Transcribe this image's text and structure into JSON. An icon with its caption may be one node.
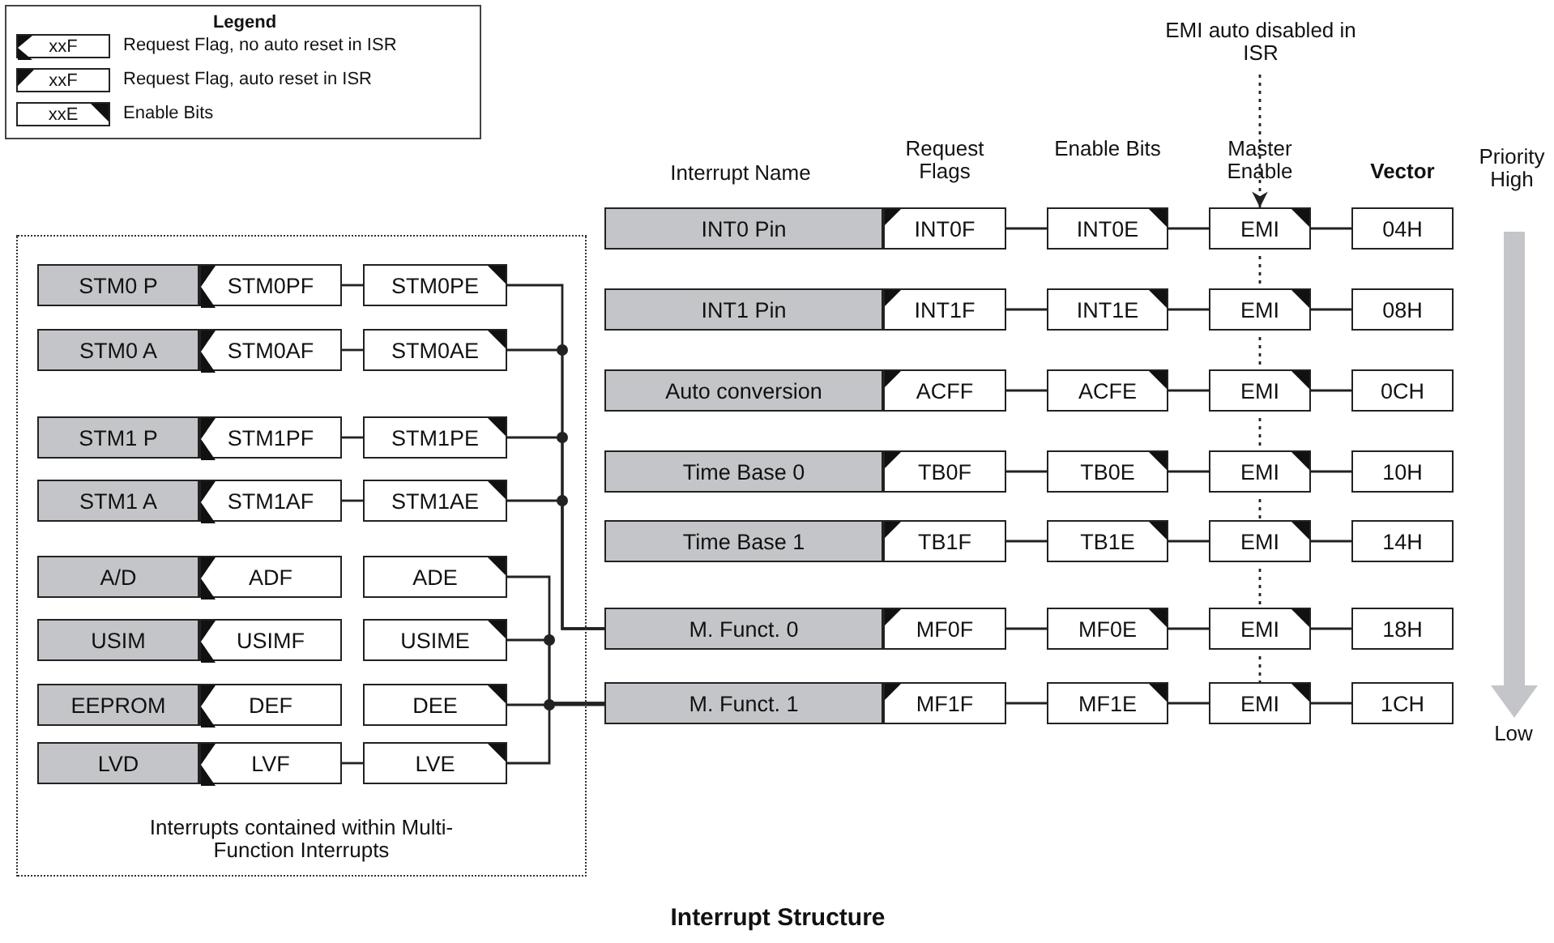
{
  "diagram": {
    "caption": "Interrupt Structure",
    "nodes": [
      {
        "text": [
          "EMI auto disabled in ISR"
        ]
      },
      {
        "text": [
          "INT0 Pin"
        ]
      },
      {
        "text": [
          "INT0F"
        ]
      },
      {
        "text": [
          "INT0E"
        ]
      },
      {
        "text": [
          "EMI"
        ]
      },
      {
        "text": [
          "04H"
        ]
      },
      {
        "text": [
          "INT1 Pin"
        ]
      },
      {
        "text": [
          "INT1F"
        ]
      },
      {
        "text": [
          "INT1E"
        ]
      },
      {
        "text": [
          "EMI"
        ]
      },
      {
        "text": [
          "08H"
        ]
      },
      {
        "text": [
          "Auto conversion"
        ]
      },
      {
        "text": [
          "ACFF"
        ]
      },
      {
        "text": [
          "ACFE"
        ]
      },
      {
        "text": [
          "EMI"
        ]
      },
      {
        "text": [
          "0CH"
        ]
      },
      {
        "text": [
          "Time Base 0"
        ]
      },
      {
        "text": [
          "TB0F"
        ]
      },
      {
        "text": [
          "TB0E"
        ]
      },
      {
        "text": [
          "EMI"
        ]
      },
      {
        "text": [
          "10H"
        ]
      },
      {
        "text": [
          "Time Base 1"
        ]
      },
      {
        "text": [
          "TB1F"
        ]
      },
      {
        "text": [
          "TB1E"
        ]
      },
      {
        "text": [
          "EMI"
        ]
      },
      {
        "text": [
          "14H"
        ]
      },
      {
        "text": [
          "M. Funct. 0"
        ]
      },
      {
        "text": [
          "MF0F"
        ]
      },
      {
        "text": [
          "MF0E"
        ]
      },
      {
        "text": [
          "EMI"
        ]
      },
      {
        "text": [
          "18H"
        ]
      },
      {
        "text": [
          "M. Funct. 1"
        ]
      },
      {
        "text": [
          "MF1F"
        ]
      },
      {
        "text": [
          "MF1E"
        ]
      },
      {
        "text": [
          "EMI"
        ]
      },
      {
        "text": [
          "1CH"
        ]
      },
      {
        "text": [
          "Interrupts contained within Multi-Function Interrupts"
        ]
      },
      {
        "text": [
          "STM0 P"
        ],
        "in": 36
      },
      {
        "text": [
          "STM0PF"
        ],
        "in": 36
      },
      {
        "text": [
          "STM0PE"
        ],
        "in": 36
      },
      {
        "text": [
          "STM0 A"
        ],
        "in": 36
      },
      {
        "text": [
          "STM0AF"
        ],
        "in": 36
      },
      {
        "text": [
          "STM0AE"
        ],
        "in": 36
      },
      {
        "text": [
          "STM1 P"
        ],
        "in": 36
      },
      {
        "text": [
          "STM1PF"
        ],
        "in": 36
      },
      {
        "text": [
          "STM1PE"
        ],
        "in": 36
      },
      {
        "text": [
          "STM1 A"
        ],
        "in": 36
      },
      {
        "text": [
          "STM1AF"
        ],
        "in": 36
      },
      {
        "text": [
          "STM1AE"
        ],
        "in": 36
      },
      {
        "text": [
          "A/D"
        ],
        "in": 36
      },
      {
        "text": [
          "ADF"
        ],
        "in": 36
      },
      {
        "text": [
          "ADE"
        ],
        "in": 36
      },
      {
        "text": [
          "USIM"
        ],
        "in": 36
      },
      {
        "text": [
          "USIMF"
        ],
        "in": 36
      },
      {
        "text": [
          "USIME"
        ],
        "in": 36
      },
      {
        "text": [
          "EEPROM"
        ],
        "in": 36
      },
      {
        "text": [
          "DEF"
        ],
        "in": 36
      },
      {
        "text": [
          "DEE"
        ],
        "in": 36
      },
      {
        "text": [
          "LVD"
        ],
        "in": 36
      },
      {
        "text": [
          "LVF"
        ],
        "in": 36
      },
      {
        "text": [
          "LVE"
        ],
        "in": 36
      }
    ],
    "edges": [
      {
        "from": 0,
        "to": 4,
        "arrow": "to",
        "style": "dashed"
      },
      {
        "from": 2,
        "to": 3,
        "arrow": "none"
      },
      {
        "from": 3,
        "to": 4,
        "arrow": "none"
      },
      {
        "from": 4,
        "to": 5,
        "arrow": "none"
      },
      {
        "from": 7,
        "to": 8,
        "arrow": "none"
      },
      {
        "from": 8,
        "to": 9,
        "arrow": "none"
      },
      {
        "from": 9,
        "to": 10,
        "arrow": "none"
      },
      {
        "from": 12,
        "to": 13,
        "arrow": "none"
      },
      {
        "from": 13,
        "to": 14,
        "arrow": "none"
      },
      {
        "from": 14,
        "to": 15,
        "arrow": "none"
      },
      {
        "from": 17,
        "to": 18,
        "arrow": "none"
      },
      {
        "from": 18,
        "to": 19,
        "arrow": "none"
      },
      {
        "from": 19,
        "to": 20,
        "arrow": "none"
      },
      {
        "from": 22,
        "to": 23,
        "arrow": "none"
      },
      {
        "from": 23,
        "to": 24,
        "arrow": "none"
      },
      {
        "from": 24,
        "to": 25,
        "arrow": "none"
      },
      {
        "from": 27,
        "to": 28,
        "arrow": "none"
      },
      {
        "from": 28,
        "to": 29,
        "arrow": "none"
      },
      {
        "from": 29,
        "to": 30,
        "arrow": "none"
      },
      {
        "from": 32,
        "to": 33,
        "arrow": "none"
      },
      {
        "from": 33,
        "to": 34,
        "arrow": "none"
      },
      {
        "from": 34,
        "to": 35,
        "arrow": "none"
      },
      {
        "from": 4,
        "to": 9,
        "arrow": "none",
        "style": "dashed"
      },
      {
        "from": 9,
        "to": 14,
        "arrow": "none",
        "style": "dashed"
      },
      {
        "from": 14,
        "to": 19,
        "arrow": "none",
        "style": "dashed"
      },
      {
        "from": 19,
        "to": 24,
        "arrow": "none",
        "style": "dashed"
      },
      {
        "from": 24,
        "to": 29,
        "arrow": "none",
        "style": "dashed"
      },
      {
        "from": 29,
        "to": 34,
        "arrow": "none",
        "style": "dashed"
      },
      {
        "from": 38,
        "to": 39,
        "arrow": "none"
      },
      {
        "from": 41,
        "to": 42,
        "arrow": "none"
      },
      {
        "from": 44,
        "to": 45,
        "arrow": "none"
      },
      {
        "from": 47,
        "to": 48,
        "arrow": "none"
      },
      {
        "from": 59,
        "to": 60,
        "arrow": "none"
      },
      {
        "from": 39,
        "to": 26,
        "arrow": "none"
      },
      {
        "from": 42,
        "to": 26,
        "arrow": "none"
      },
      {
        "from": 45,
        "to": 26,
        "arrow": "none"
      },
      {
        "from": 48,
        "to": 26,
        "arrow": "none"
      },
      {
        "from": 51,
        "to": 31,
        "arrow": "none"
      },
      {
        "from": 54,
        "to": 31,
        "arrow": "none"
      },
      {
        "from": 57,
        "to": 31,
        "arrow": "none"
      },
      {
        "from": 60,
        "to": 31,
        "arrow": "none"
      }
    ],
    "labels": [
      "Legend",
      "xxF",
      "xxF",
      "xxE",
      "Interrupt Name",
      "Request Flags",
      "Enable Bits",
      "Master Enable",
      "Vector",
      "Priority High",
      "Low"
    ],
    "legend": [
      {
        "text": "Request Flag, no auto reset in ISR"
      },
      {
        "text": "Request Flag, auto reset in ISR"
      },
      {
        "text": "Enable Bits"
      }
    ]
  }
}
